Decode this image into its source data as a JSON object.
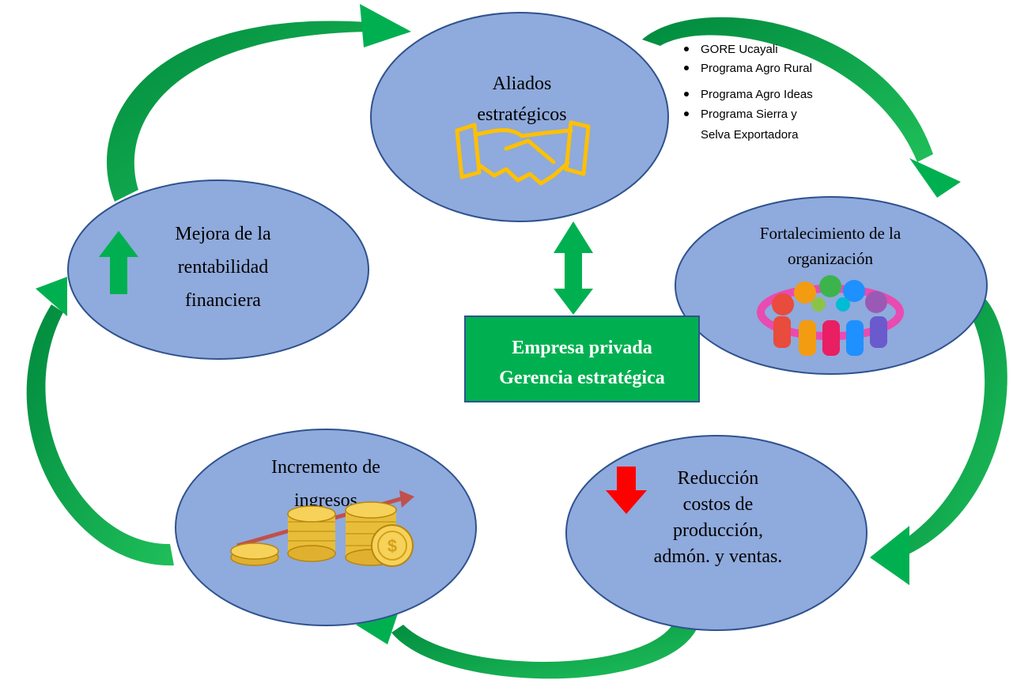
{
  "diagram": {
    "nodes": {
      "aliados": {
        "line1": "Aliados",
        "line2": "estratégicos",
        "icon": "handshake-icon"
      },
      "fortalecimiento": {
        "line1": "Fortalecimiento de la",
        "line2": "organización",
        "icon": "people-circle-icon"
      },
      "reduccion": {
        "line1": "Reducción",
        "line2": "costos de",
        "line3": "producción,",
        "line4": "admón. y ventas.",
        "icon": "down-arrow-icon"
      },
      "incremento": {
        "line1": "Incremento de",
        "line2": "ingresos",
        "icon": "coins-growth-icon"
      },
      "mejora": {
        "line1": "Mejora de la",
        "line2": "rentabilidad",
        "line3": "financiera",
        "icon": "up-arrow-icon"
      }
    },
    "center": {
      "line1": "Empresa privada",
      "line2": "Gerencia estratégica"
    },
    "allies_list": [
      "GORE Ucayali",
      "Programa Agro Rural",
      "Programa Agro Ideas",
      "Programa Sierra y",
      "Selva Exportadora"
    ]
  },
  "colors": {
    "ellipse_fill": "#8faadc",
    "ellipse_stroke": "#2f528f",
    "center_fill": "#00b050",
    "cycle_arrow": "#00a651",
    "up_arrow": "#00b050",
    "down_arrow": "#ff0000",
    "handshake": "#ffc000",
    "coin": "#f2c84b",
    "trend_arrow": "#c0504d"
  }
}
